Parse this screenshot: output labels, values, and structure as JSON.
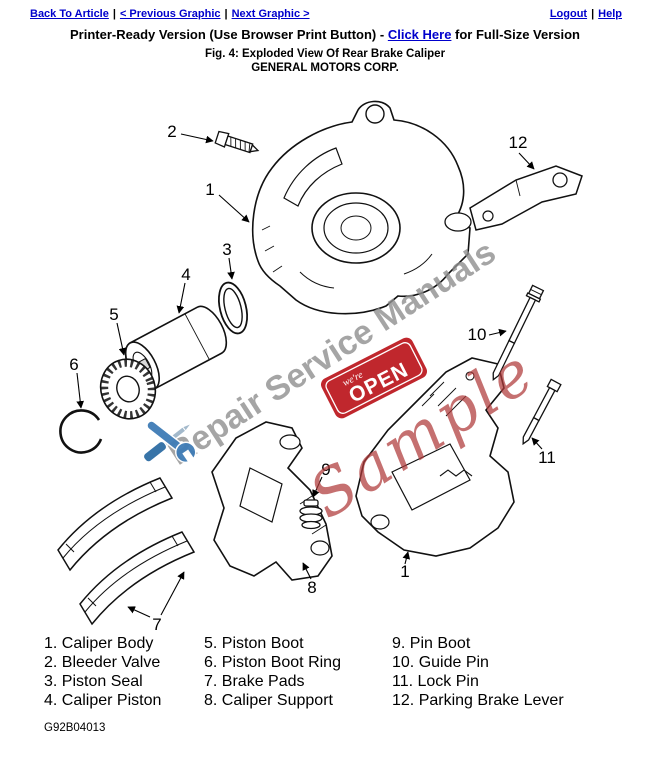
{
  "nav": {
    "separator": "|",
    "back_to_article": "Back To Article",
    "previous_graphic": "< Previous Graphic",
    "next_graphic": "Next Graphic >",
    "logout": "Logout",
    "help": "Help"
  },
  "header": {
    "printer_ready_prefix": "Printer-Ready Version (Use Browser Print Button) - ",
    "click_here_label": "Click Here",
    "printer_ready_suffix": " for Full-Size Version",
    "figure_title": "Fig. 4: Exploded View Of Rear Brake Caliper",
    "company": "GENERAL MOTORS CORP."
  },
  "diagram": {
    "callouts": {
      "n1": "1",
      "n2": "2",
      "n3": "3",
      "n4": "4",
      "n5": "5",
      "n6": "6",
      "n7": "7",
      "n8": "8",
      "n9": "9",
      "n10": "10",
      "n11": "11",
      "n12": "12"
    },
    "watermark": {
      "brand_text": "Repair Service Manuals",
      "sample_text": "Sample",
      "open_sign_small": "we're",
      "open_sign_text": "OPEN"
    }
  },
  "legend": {
    "columns": [
      {
        "items": [
          "1. Caliper Body",
          "2. Bleeder Valve",
          "3. Piston Seal",
          "4. Caliper Piston"
        ]
      },
      {
        "items": [
          "5. Piston Boot",
          "6. Piston Boot Ring",
          "7. Brake Pads",
          "8. Caliper Support"
        ]
      },
      {
        "items": [
          "9. Pin Boot",
          "10. Guide Pin",
          "11. Lock Pin",
          "12. Parking Brake Lever"
        ]
      }
    ]
  },
  "footer": {
    "figure_code": "G92B04013"
  }
}
